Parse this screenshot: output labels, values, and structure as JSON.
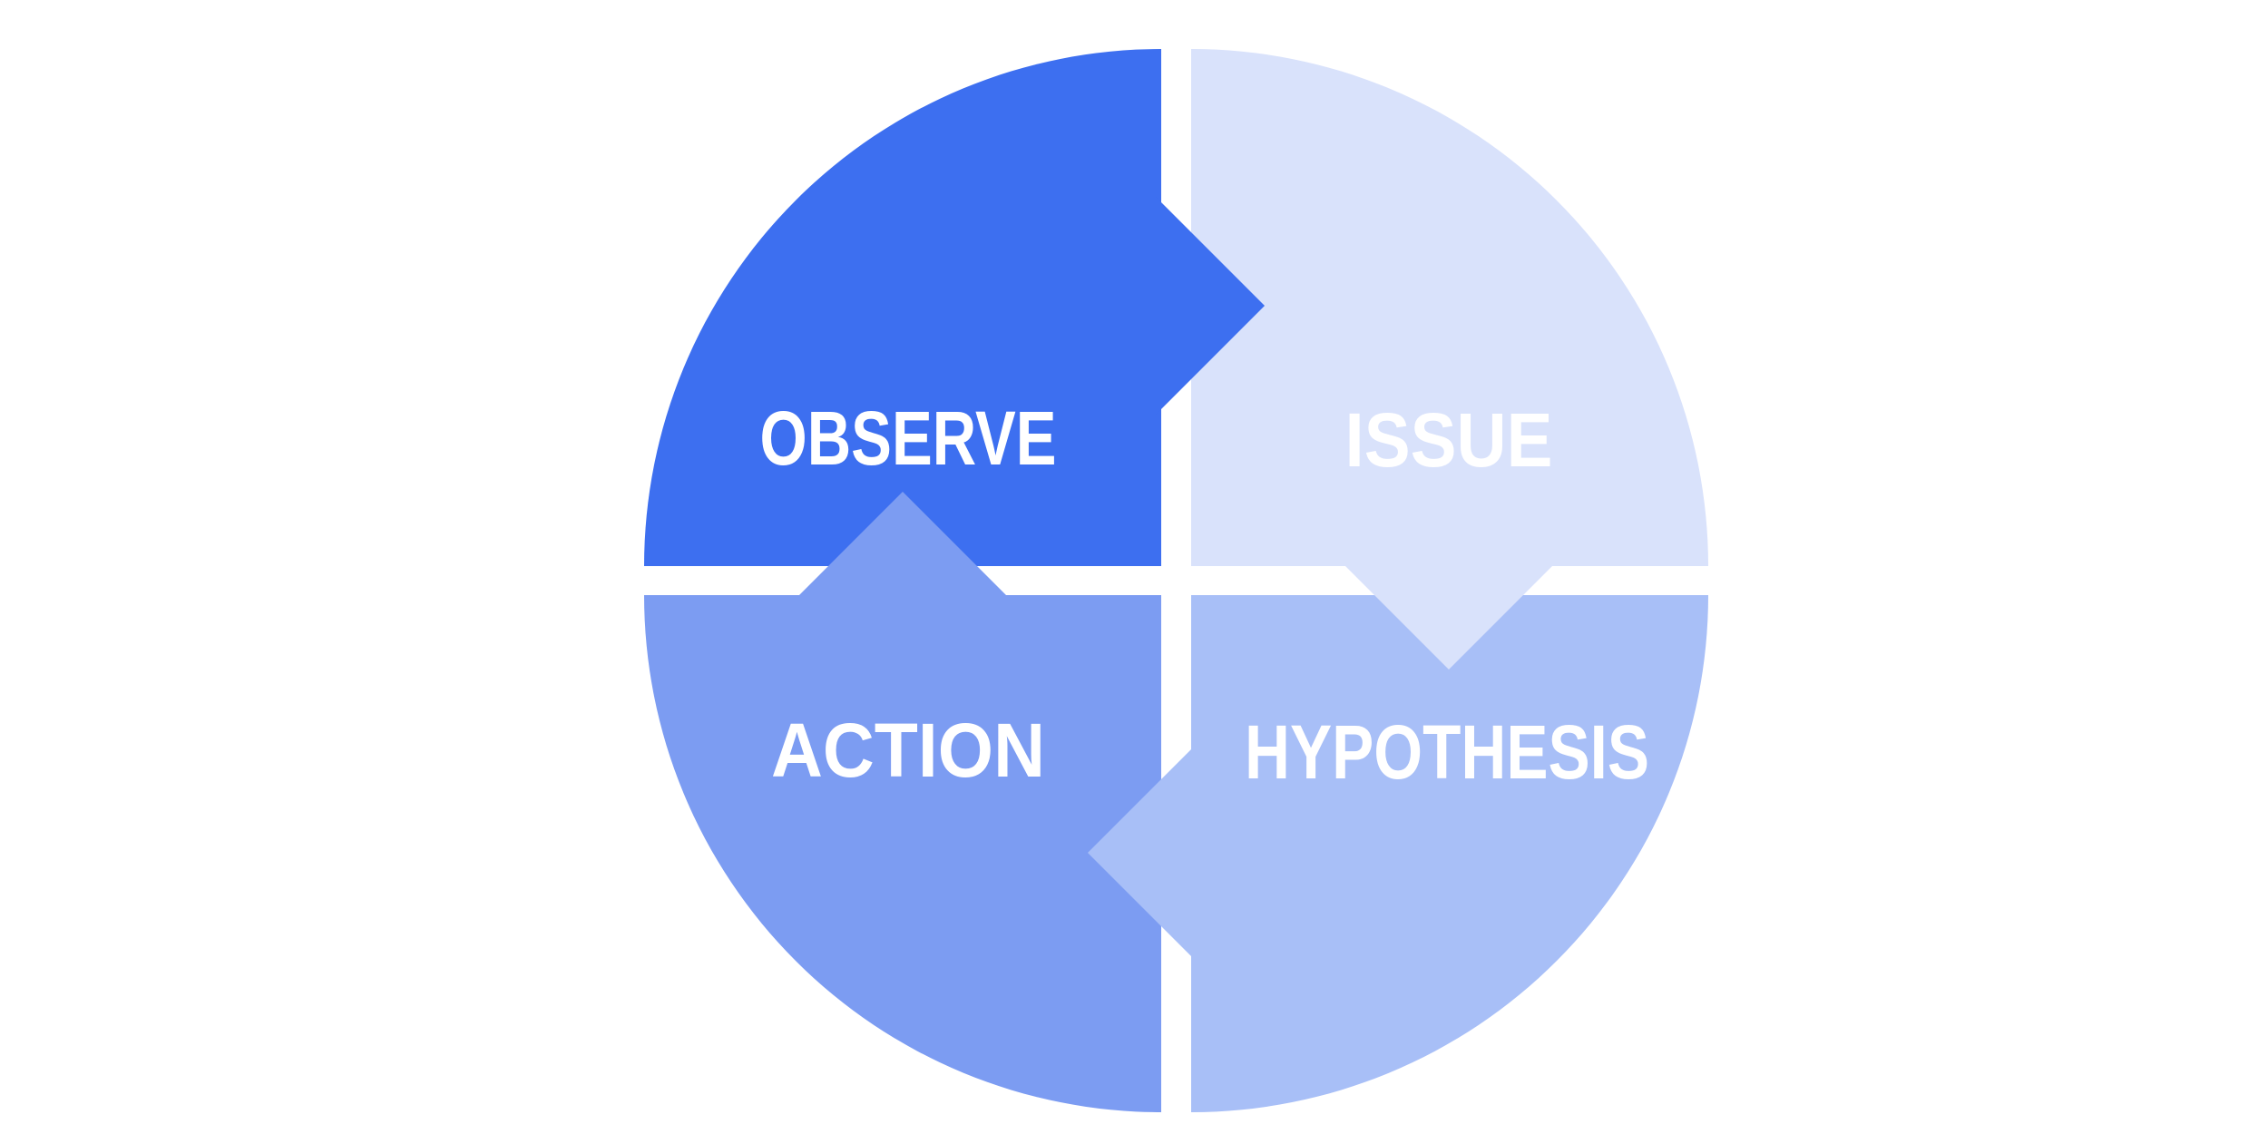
{
  "diagram": {
    "name": "Four-step cycle diagram",
    "background_color": "#ffffff",
    "label_color": "#ffffff",
    "flow_direction": "clockwise",
    "quadrants": [
      {
        "id": "observe",
        "label": "OBSERVE",
        "position": "top-left",
        "color": "#3D6FF0"
      },
      {
        "id": "issue",
        "label": "ISSUE",
        "position": "top-right",
        "color": "#D9E2FB"
      },
      {
        "id": "hypothesis",
        "label": "HYPOTHESIS",
        "position": "bottom-right",
        "color": "#A8BFF7"
      },
      {
        "id": "action",
        "label": "ACTION",
        "position": "bottom-left",
        "color": "#7C9CF2"
      }
    ],
    "arrows": [
      {
        "id": "observe-to-issue",
        "from": "observe",
        "to": "issue",
        "direction": "right"
      },
      {
        "id": "issue-to-hypothesis",
        "from": "issue",
        "to": "hypothesis",
        "direction": "down"
      },
      {
        "id": "hypothesis-to-action",
        "from": "hypothesis",
        "to": "action",
        "direction": "left"
      },
      {
        "id": "action-to-observe",
        "from": "action",
        "to": "observe",
        "direction": "up"
      }
    ]
  }
}
